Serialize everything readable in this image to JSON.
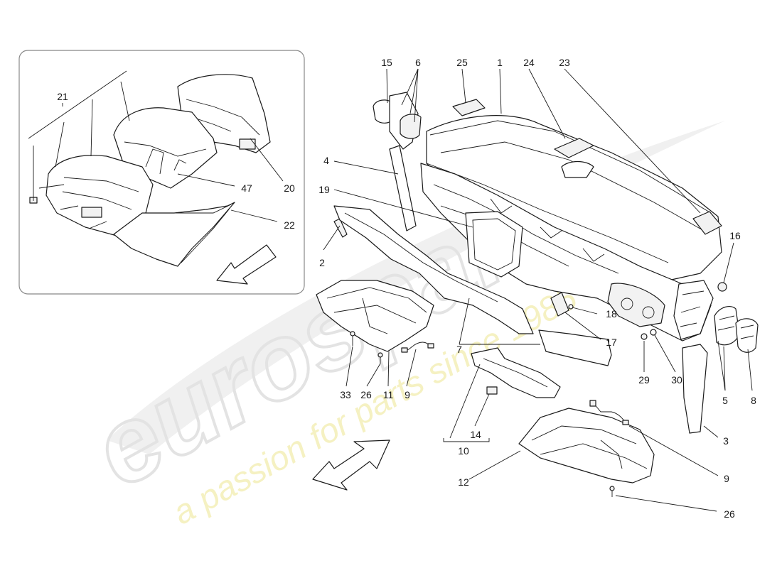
{
  "watermark": {
    "brand": "eurospares",
    "tagline": "a passion for parts since 1985"
  },
  "callouts": {
    "c1": "1",
    "c2": "2",
    "c3": "3",
    "c4": "4",
    "c5": "5",
    "c6": "6",
    "c7": "7",
    "c8": "8",
    "c9a": "9",
    "c9b": "9",
    "c10": "10",
    "c11": "11",
    "c12": "12",
    "c14": "14",
    "c15": "15",
    "c16": "16",
    "c17": "17",
    "c18": "18",
    "c19": "19",
    "c20": "20",
    "c21": "21",
    "c22": "22",
    "c23": "23",
    "c24": "24",
    "c25": "25",
    "c26a": "26",
    "c26b": "26",
    "c29": "29",
    "c30": "30",
    "c33": "33",
    "c47": "47"
  },
  "colors": {
    "line": "#1a1a1a",
    "watermark": "#e6e6e6",
    "tagline": "#f2efc0",
    "frame": "#888888"
  }
}
